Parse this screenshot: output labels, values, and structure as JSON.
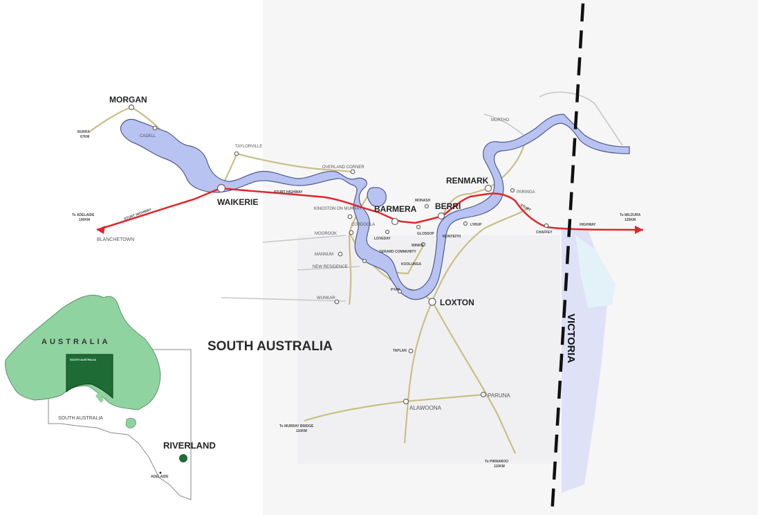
{
  "towns_major": [
    "MORGAN",
    "WAIKERIE",
    "BARMERA",
    "BERRI",
    "RENMARK",
    "LOXTON",
    "ALAWOONA",
    "PARUNA"
  ],
  "towns_minor": [
    "CADELL",
    "TAYLORVILLE",
    "OVERLAND CORNER",
    "KINGSTON ON MURRAY",
    "COBDOGLA",
    "MOOROOK",
    "LOVEDAY",
    "GLOSSOP",
    "MONASH",
    "WINKIE",
    "BERRI",
    "LYRUP",
    "MONTEITH",
    "NEW RESIDENCE",
    "PYAP",
    "WUNKAR",
    "MANNUM",
    "MURTHO",
    "PARINGA",
    "CHAFFEY",
    "GERARD COMMUNITY",
    "KOOLUNGA",
    "TAPLAN"
  ],
  "destinations": {
    "burra": [
      "BURRA",
      "67KM"
    ],
    "adelaide": [
      "To ADELAIDE",
      "190KM"
    ],
    "blanchetown": "BLANCHETOWN",
    "mildura": [
      "To MILDURA",
      "125KM"
    ],
    "murray_bridge": [
      "To MURRAY BRIDGE",
      "110KM"
    ],
    "pinnaroo": [
      "To PINNAROO",
      "110KM"
    ]
  },
  "highways": {
    "sturt_west": "STURT HIGHWAY",
    "sturt_mid": "STURT HIGHWAY",
    "sturt_east": "STURT",
    "sturt_east2": "HIGHWAY"
  },
  "regions": {
    "state": "SOUTH AUSTRALIA",
    "neighbour": "VICTORIA"
  },
  "inset": {
    "country": "AUSTRALIA",
    "state": "SOUTH AUSTRALIA",
    "box_label": "SOUTH AUSTRALIA",
    "region": "RIVERLAND",
    "city": "ADELAIDE"
  },
  "colors": {
    "river": "#b9c3f2",
    "highway": "#e0262b",
    "road": "#c9bf85",
    "australia": "#8fd3a0",
    "highlight": "#1f6b35",
    "border": "#111111"
  }
}
